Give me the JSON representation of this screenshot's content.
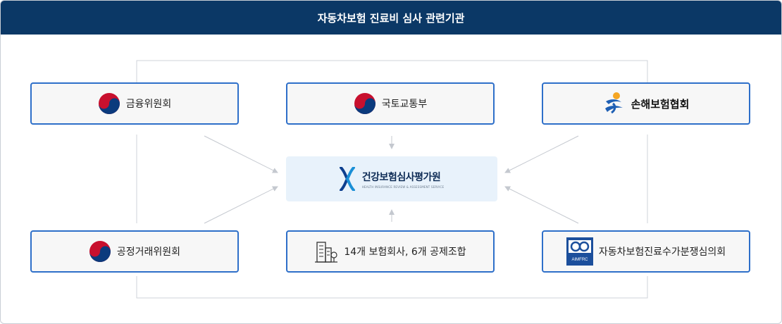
{
  "header": {
    "title": "자동차보험 진료비 심사 관련기관"
  },
  "center": {
    "name": "건강보험심사평가원",
    "subtitle": "HEALTH INSURANCE REVIEW & ASSESSMENT SERVICE"
  },
  "boxes": {
    "fsc": "금융위원회",
    "molit": "국토교통부",
    "knia": "손해보험협회",
    "ftc": "공정거래위원회",
    "insurers": "14개 보험회사, 6개 공제조합",
    "committee": "자동차보험진료수가분쟁심의회"
  },
  "logos": {
    "aimfrc": "AIMFRC"
  },
  "colors": {
    "header_bg": "#0b3866",
    "box_border": "#2e6fc9",
    "center_bg": "#e8f2fb"
  }
}
